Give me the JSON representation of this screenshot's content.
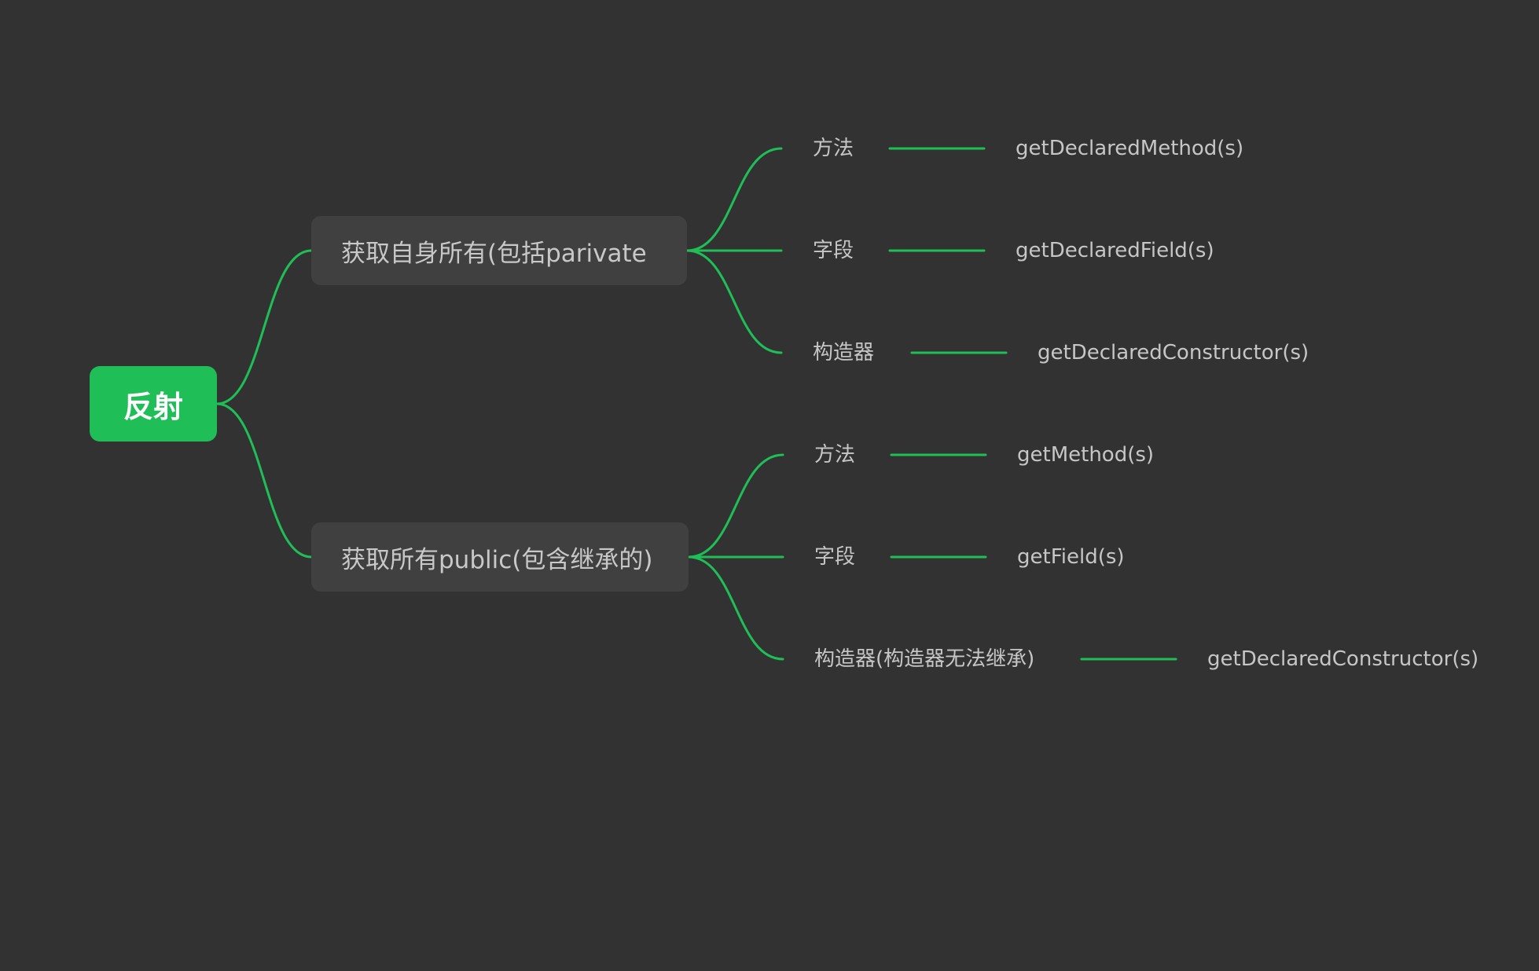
{
  "mindmap": {
    "root": {
      "label": "反射"
    },
    "branches": [
      {
        "label": "获取自身所有(包括parivate",
        "children": [
          {
            "label": "方法",
            "detail": "getDeclaredMethod(s)"
          },
          {
            "label": "字段",
            "detail": "getDeclaredField(s)"
          },
          {
            "label": "构造器",
            "detail": "getDeclaredConstructor(s)"
          }
        ]
      },
      {
        "label": "获取所有public(包含继承的)",
        "children": [
          {
            "label": "方法",
            "detail": "getMethod(s)"
          },
          {
            "label": "字段",
            "detail": "getField(s)"
          },
          {
            "label": "构造器(构造器无法继承)",
            "detail": "getDeclaredConstructor(s)"
          }
        ]
      }
    ]
  },
  "colors": {
    "background": "#323232",
    "accent": "#1fbe57",
    "branch_fill": "#404040",
    "text": "#c6c6c6"
  }
}
